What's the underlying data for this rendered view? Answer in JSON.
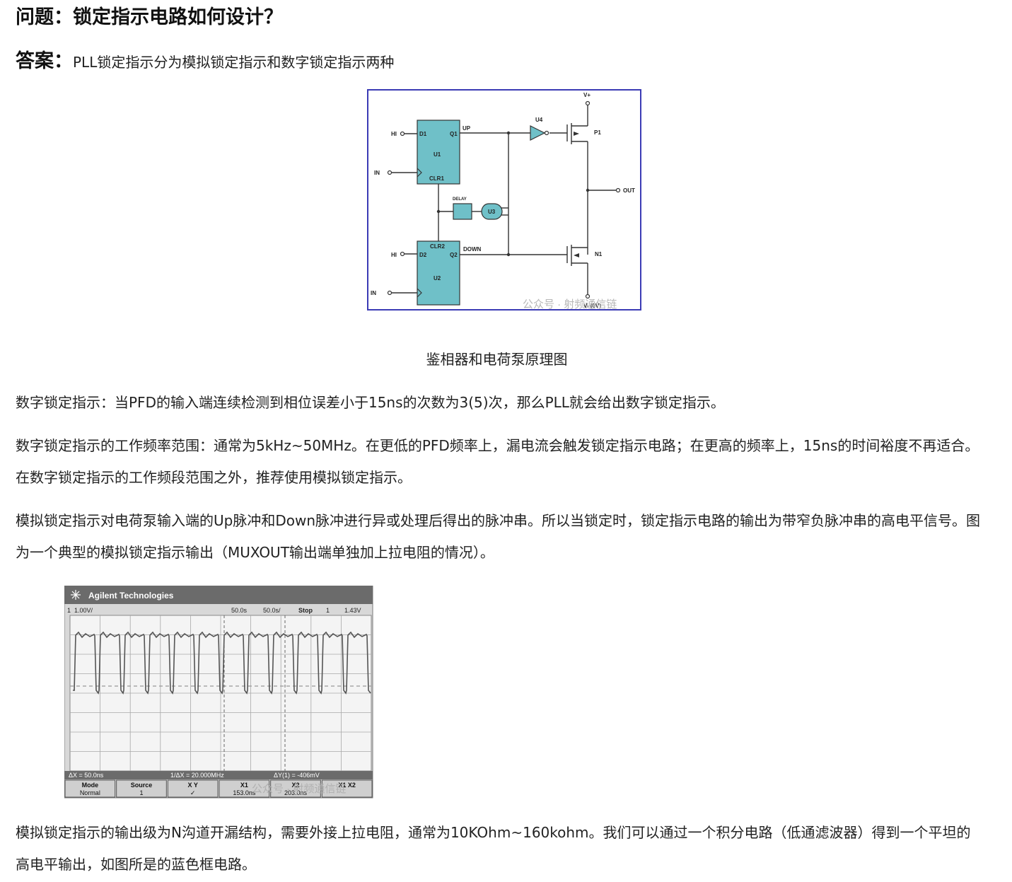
{
  "question": {
    "title": "问题：锁定指示电路如何设计？"
  },
  "answer": {
    "label": "答案：",
    "text": "PLL锁定指示分为模拟锁定指示和数字锁定指示两种"
  },
  "schematic": {
    "labels": {
      "vplus": "V+",
      "u4": "U4",
      "up": "UP",
      "p1": "P1",
      "hi1": "HI",
      "d1": "D1",
      "q1": "Q1",
      "u1": "U1",
      "in1": "IN",
      "clr1": "CLR1",
      "out": "OUT",
      "delay": "DELAY",
      "u3": "U3",
      "clr2": "CLR2",
      "hi2": "HI",
      "d2": "D2",
      "q2": "Q2",
      "down": "DOWN",
      "n1": "N1",
      "u2": "U2",
      "in2": "IN",
      "vminus": "V- (0V)"
    },
    "watermark": "公众号 · 射频通信链",
    "colors": {
      "border": "#3b3bb5",
      "block": "#6fc0c8",
      "line": "#333333"
    }
  },
  "caption": "鉴相器和电荷泵原理图",
  "paragraphs": {
    "p1": "数字锁定指示：当PFD的输入端连续检测到相位误差小于15ns的次数为3(5)次，那么PLL就会给出数字锁定指示。",
    "p2": "数字锁定指示的工作频率范围：通常为5kHz~50MHz。在更低的PFD频率上，漏电流会触发锁定指示电路；在更高的频率上，15ns的时间裕度不再适合。在数字锁定指示的工作频段范围之外，推荐使用模拟锁定指示。",
    "p3": "模拟锁定指示对电荷泵输入端的Up脉冲和Down脉冲进行异或处理后得出的脉冲串。所以当锁定时，锁定指示电路的输出为带窄负脉冲串的高电平信号。图为一个典型的模拟锁定指示输出（MUXOUT输出端单独加上拉电阻的情况）。",
    "p4": "模拟锁定指示的输出级为N沟道开漏结构，需要外接上拉电阻，通常为10KOhm~160kohm。我们可以通过一个积分电路（低通滤波器）得到一个平坦的高电平输出，如图所是的蓝色框电路。"
  },
  "scope": {
    "brand": "Agilent Technologies",
    "top_bar": {
      "ch": "1",
      "scale": "1.00V/",
      "delay": "50.0s",
      "timebase": "50.0s/",
      "mode": "Stop",
      "trig": "1",
      "level": "1.43V"
    },
    "meas": {
      "dx": "ΔX = 50.0ns",
      "freq": "1/ΔX = 20.000MHz",
      "dy": "ΔY(1) = -406mV"
    },
    "softkeys": [
      {
        "title": "Mode",
        "value": "Normal"
      },
      {
        "title": "Source",
        "value": "1"
      },
      {
        "title": "X    Y",
        "value": "✓"
      },
      {
        "title": "X1",
        "value": "153.0ns"
      },
      {
        "title": "X2",
        "value": "203.0ns"
      },
      {
        "title": "X1 X2",
        "value": ""
      }
    ],
    "watermark": "公众号 · 射频通信链",
    "waveform": {
      "pulse_count": 12
    }
  }
}
